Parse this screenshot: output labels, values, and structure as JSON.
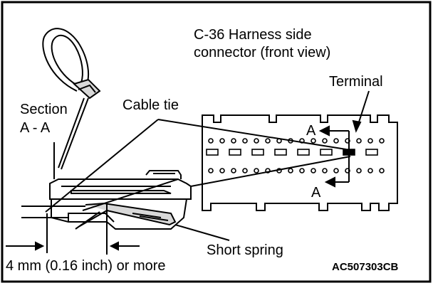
{
  "diagram": {
    "connector_title_line1": "C-36 Harness side",
    "connector_title_line2": "connector (front view)",
    "terminal_label": "Terminal",
    "section_label_line1": "Section",
    "section_label_line2": "A - A",
    "cable_tie_label": "Cable tie",
    "section_mark_top": "A",
    "section_mark_bottom": "A",
    "short_spring_label": "Short spring",
    "dimension_label": "4 mm (0.16 inch) or more",
    "figure_code": "AC507303CB"
  }
}
